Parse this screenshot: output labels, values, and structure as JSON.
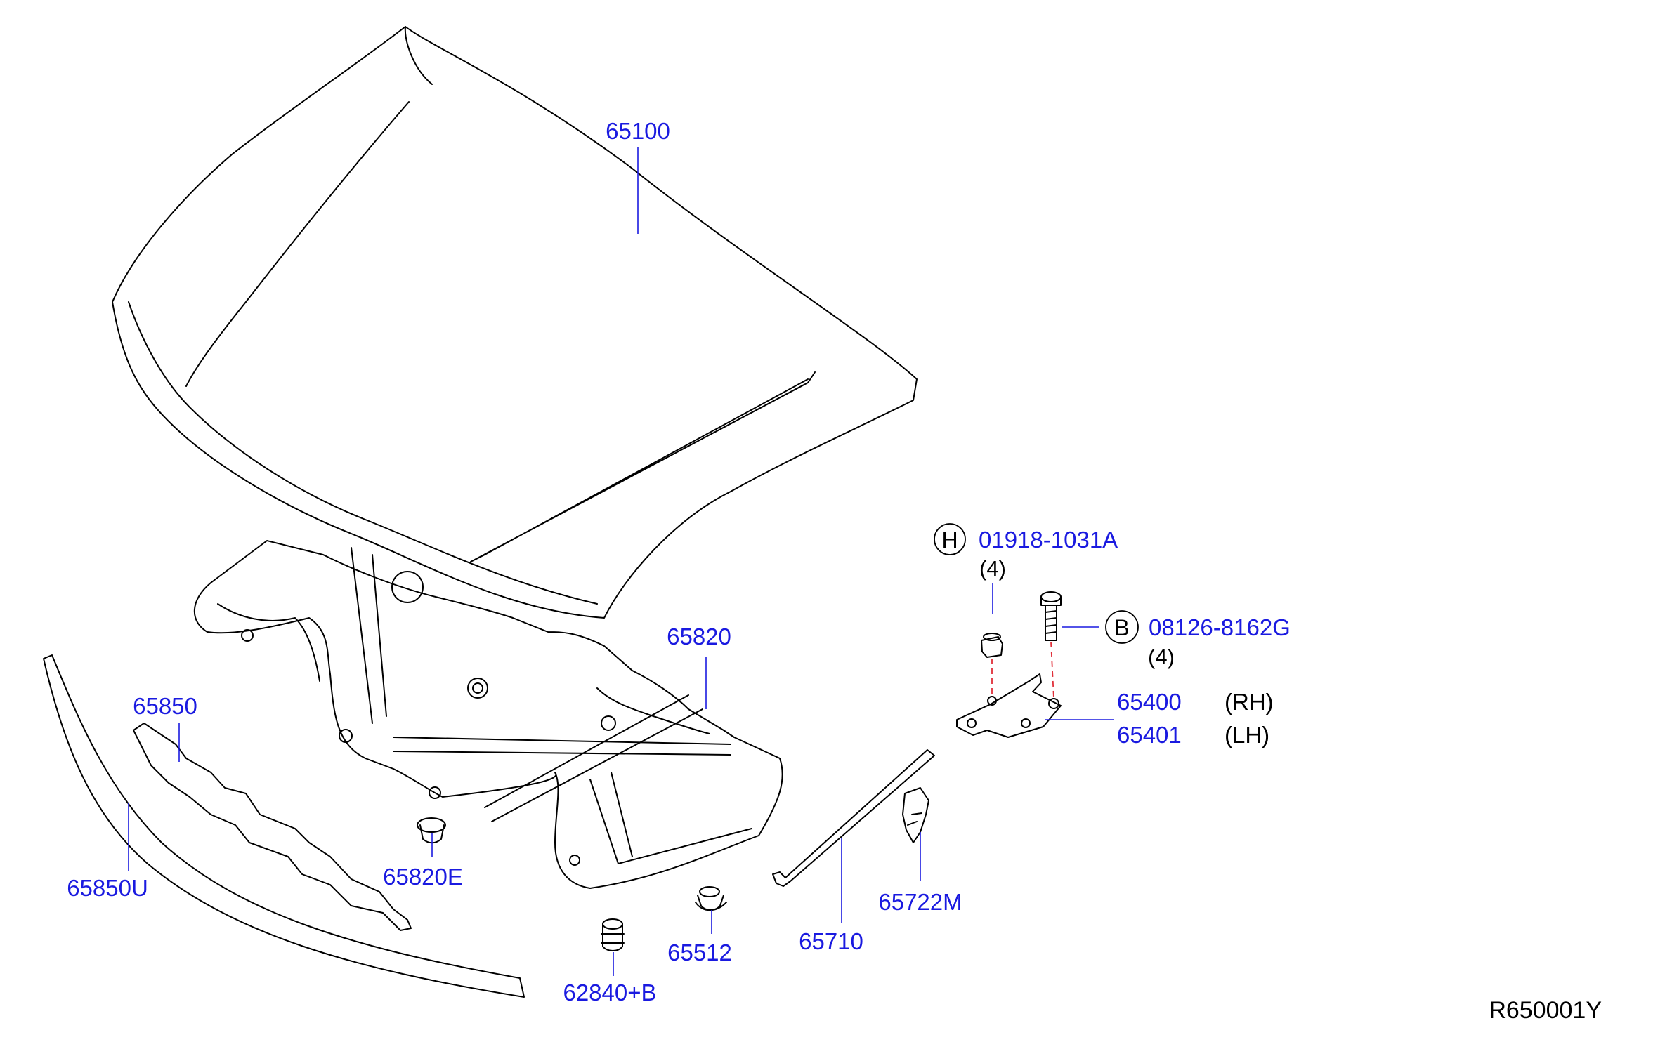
{
  "diagram_id": "R650001Y",
  "colors": {
    "part_number": "#1a1ae0",
    "line": "#000000",
    "fastener_axis": "#e0303a"
  },
  "parts": [
    {
      "id": "hood",
      "number": "65100"
    },
    {
      "id": "hood-insulator",
      "number": "65820"
    },
    {
      "id": "hood-seal",
      "number": "65850"
    },
    {
      "id": "hood-seal-front",
      "number": "65850U"
    },
    {
      "id": "insulator-clip",
      "number": "65820E"
    },
    {
      "id": "bumper-rubber",
      "number": "62840+B"
    },
    {
      "id": "hood-bumper",
      "number": "65512"
    },
    {
      "id": "support-rod",
      "number": "65710"
    },
    {
      "id": "rod-clip",
      "number": "65722M"
    },
    {
      "id": "hinge-rh",
      "number": "65400",
      "side": "(RH)"
    },
    {
      "id": "hinge-lh",
      "number": "65401",
      "side": "(LH)"
    }
  ],
  "fasteners": [
    {
      "id": "nut",
      "letter": "H",
      "number": "01918-1031A",
      "qty": "(4)"
    },
    {
      "id": "bolt",
      "letter": "B",
      "number": "08126-8162G",
      "qty": "(4)"
    }
  ]
}
